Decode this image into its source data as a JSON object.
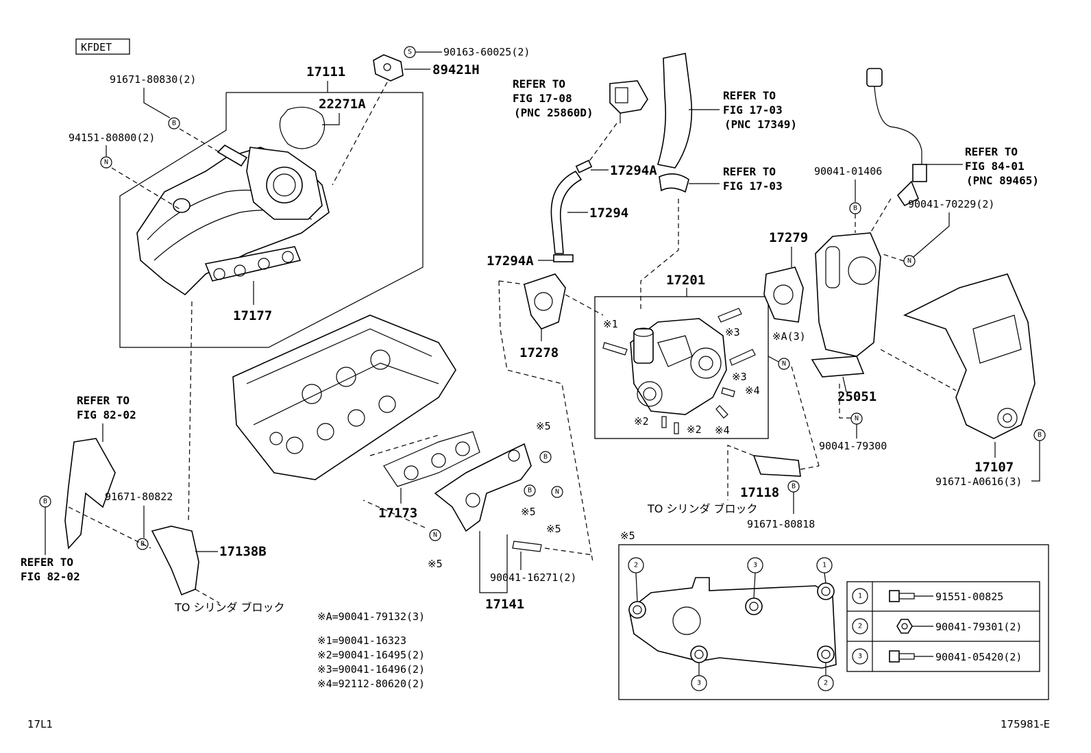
{
  "engine_code": "KFDET",
  "figure_code": "17L1",
  "drawing_id": "175981-E",
  "callouts": {
    "c_90163": "90163-60025(2)",
    "c_89421": "89421H",
    "c_17111": "17111",
    "c_22271": "22271A",
    "c_91671_80830": "91671-80830(2)",
    "c_94151": "94151-80800(2)",
    "c_17177": "17177",
    "c_17294A_top": "17294A",
    "c_17294": "17294",
    "c_17294A_bottom": "17294A",
    "c_17278": "17278",
    "c_17201": "17201",
    "c_17279": "17279",
    "c_90041_01406": "90041-01406",
    "c_90041_70229": "90041-70229(2)",
    "c_25051": "25051",
    "c_90041_79300": "90041-79300",
    "c_17107": "17107",
    "c_91671_A0616": "91671-A0616(3)",
    "c_17118": "17118",
    "c_91671_80818": "91671-80818",
    "c_17173": "17173",
    "c_17141": "17141",
    "c_90041_16271": "90041-16271(2)",
    "c_17138B": "17138B",
    "c_91671_80822": "91671-80822",
    "c_xA3": "※A(3)"
  },
  "refers": {
    "fig17_08_l1": "REFER TO",
    "fig17_08_l2": "FIG 17-08",
    "fig17_08_l3": "(PNC 25860D)",
    "fig17_03a_l1": "REFER TO",
    "fig17_03a_l2": "FIG 17-03",
    "fig17_03a_l3": "(PNC 17349)",
    "fig17_03b_l1": "REFER TO",
    "fig17_03b_l2": "FIG 17-03",
    "fig84_l1": "REFER TO",
    "fig84_l2": "FIG 84-01",
    "fig84_l3": "(PNC 89465)",
    "fig82a_l1": "REFER TO",
    "fig82a_l2": "FIG 82-02",
    "fig82b_l1": "REFER TO",
    "fig82b_l2": "FIG 82-02"
  },
  "to_cylinder_block": "TO シリンダ ブロック",
  "marks": {
    "x1": "※1",
    "x2": "※2",
    "x3": "※3",
    "x4": "※4",
    "x5": "※5",
    "b": "B",
    "n": "N",
    "s": "S"
  },
  "legend": {
    "xA": "※A=90041-79132(3)",
    "x1": "※1=90041-16323",
    "x2": "※2=90041-16495(2)",
    "x3": "※3=90041-16496(2)",
    "x4": "※4=92112-80620(2)"
  },
  "detail": {
    "title": "※5",
    "n1": "1",
    "n2": "2",
    "n3": "3",
    "rows": [
      {
        "num": "1",
        "part": "91551-00825"
      },
      {
        "num": "2",
        "part": "90041-79301(2)"
      },
      {
        "num": "3",
        "part": "90041-05420(2)"
      }
    ]
  }
}
